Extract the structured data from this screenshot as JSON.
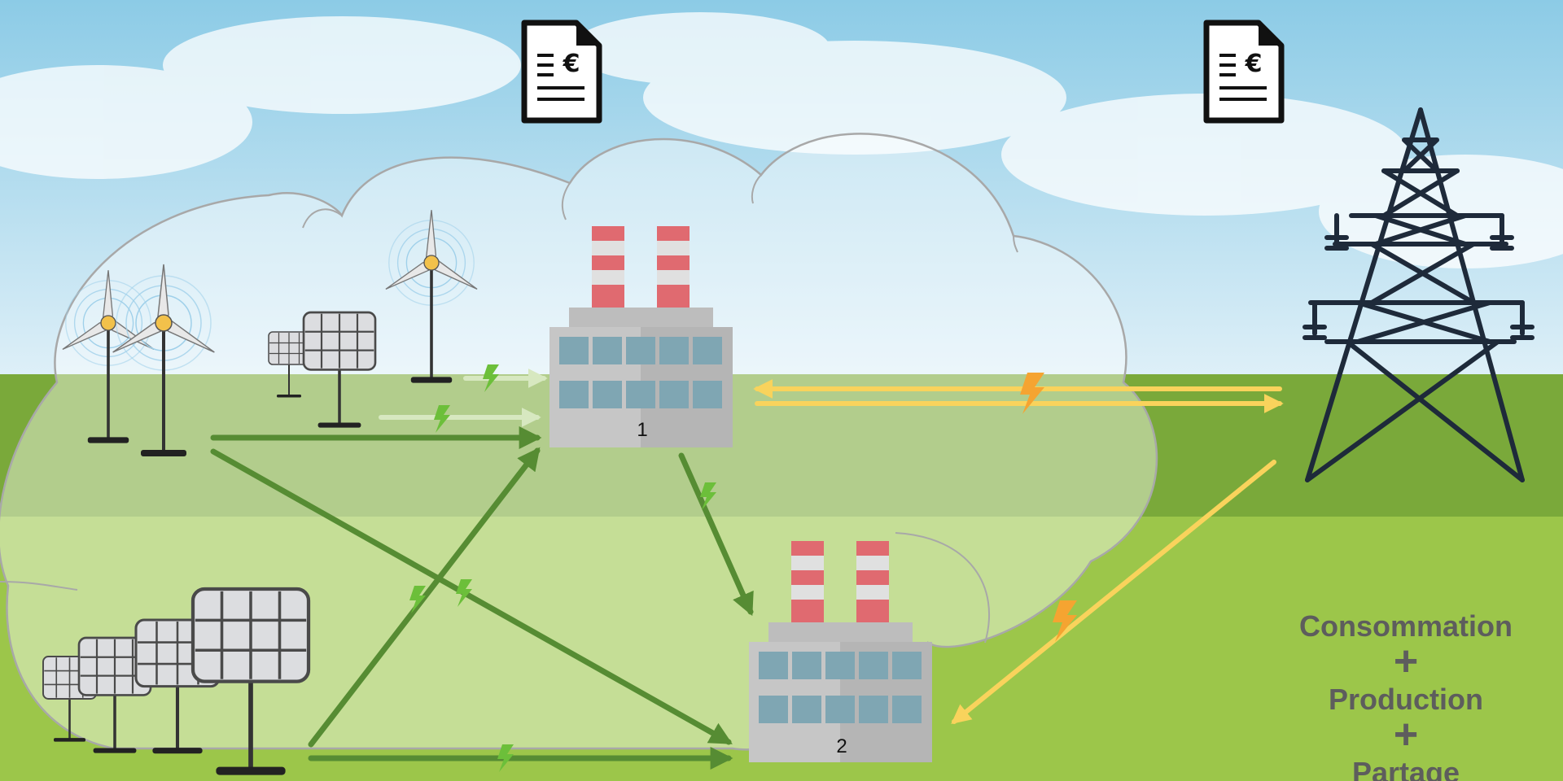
{
  "factories": [
    {
      "label": "1"
    },
    {
      "label": "2"
    }
  ],
  "invoice_symbol": "€",
  "legend": {
    "line1": "Consommation",
    "plus1": "+",
    "line2": "Production",
    "plus2": "+",
    "line3": "Partage"
  },
  "colors": {
    "sky_top": "#8ccbe6",
    "field_dark": "#7aa93a",
    "field_light": "#9cc64a",
    "community_cloud": "#ffffff",
    "local_flow": "#568c33",
    "grid_flow": "#f9d35c",
    "lightning_green": "#6cbf3a",
    "lightning_orange": "#f5a431",
    "pylon": "#1e2a3a",
    "legend_text": "#5d5d5d"
  },
  "icons": [
    "wind-turbine-icon",
    "solar-panel-icon",
    "factory-icon",
    "invoice-icon",
    "electricity-pylon-icon",
    "lightning-icon",
    "plus-icon"
  ]
}
